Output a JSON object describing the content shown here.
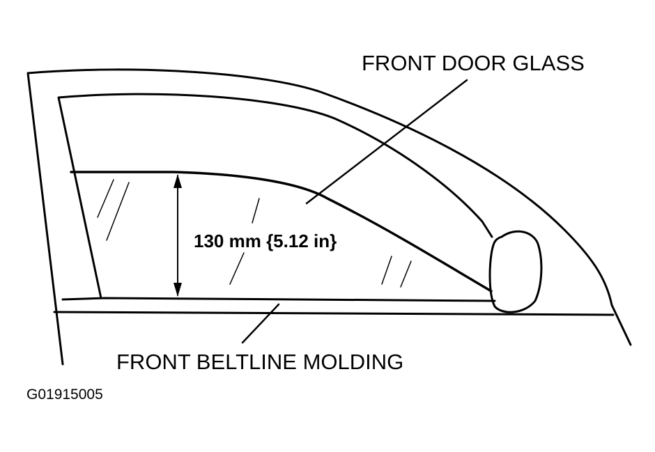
{
  "labels": {
    "glass": "FRONT DOOR GLASS",
    "dimension": "130 mm {5.12 in}",
    "molding": "FRONT BELTLINE MOLDING",
    "figure_id": "G01915005"
  },
  "colors": {
    "ink": "#000000",
    "paper": "#ffffff"
  }
}
